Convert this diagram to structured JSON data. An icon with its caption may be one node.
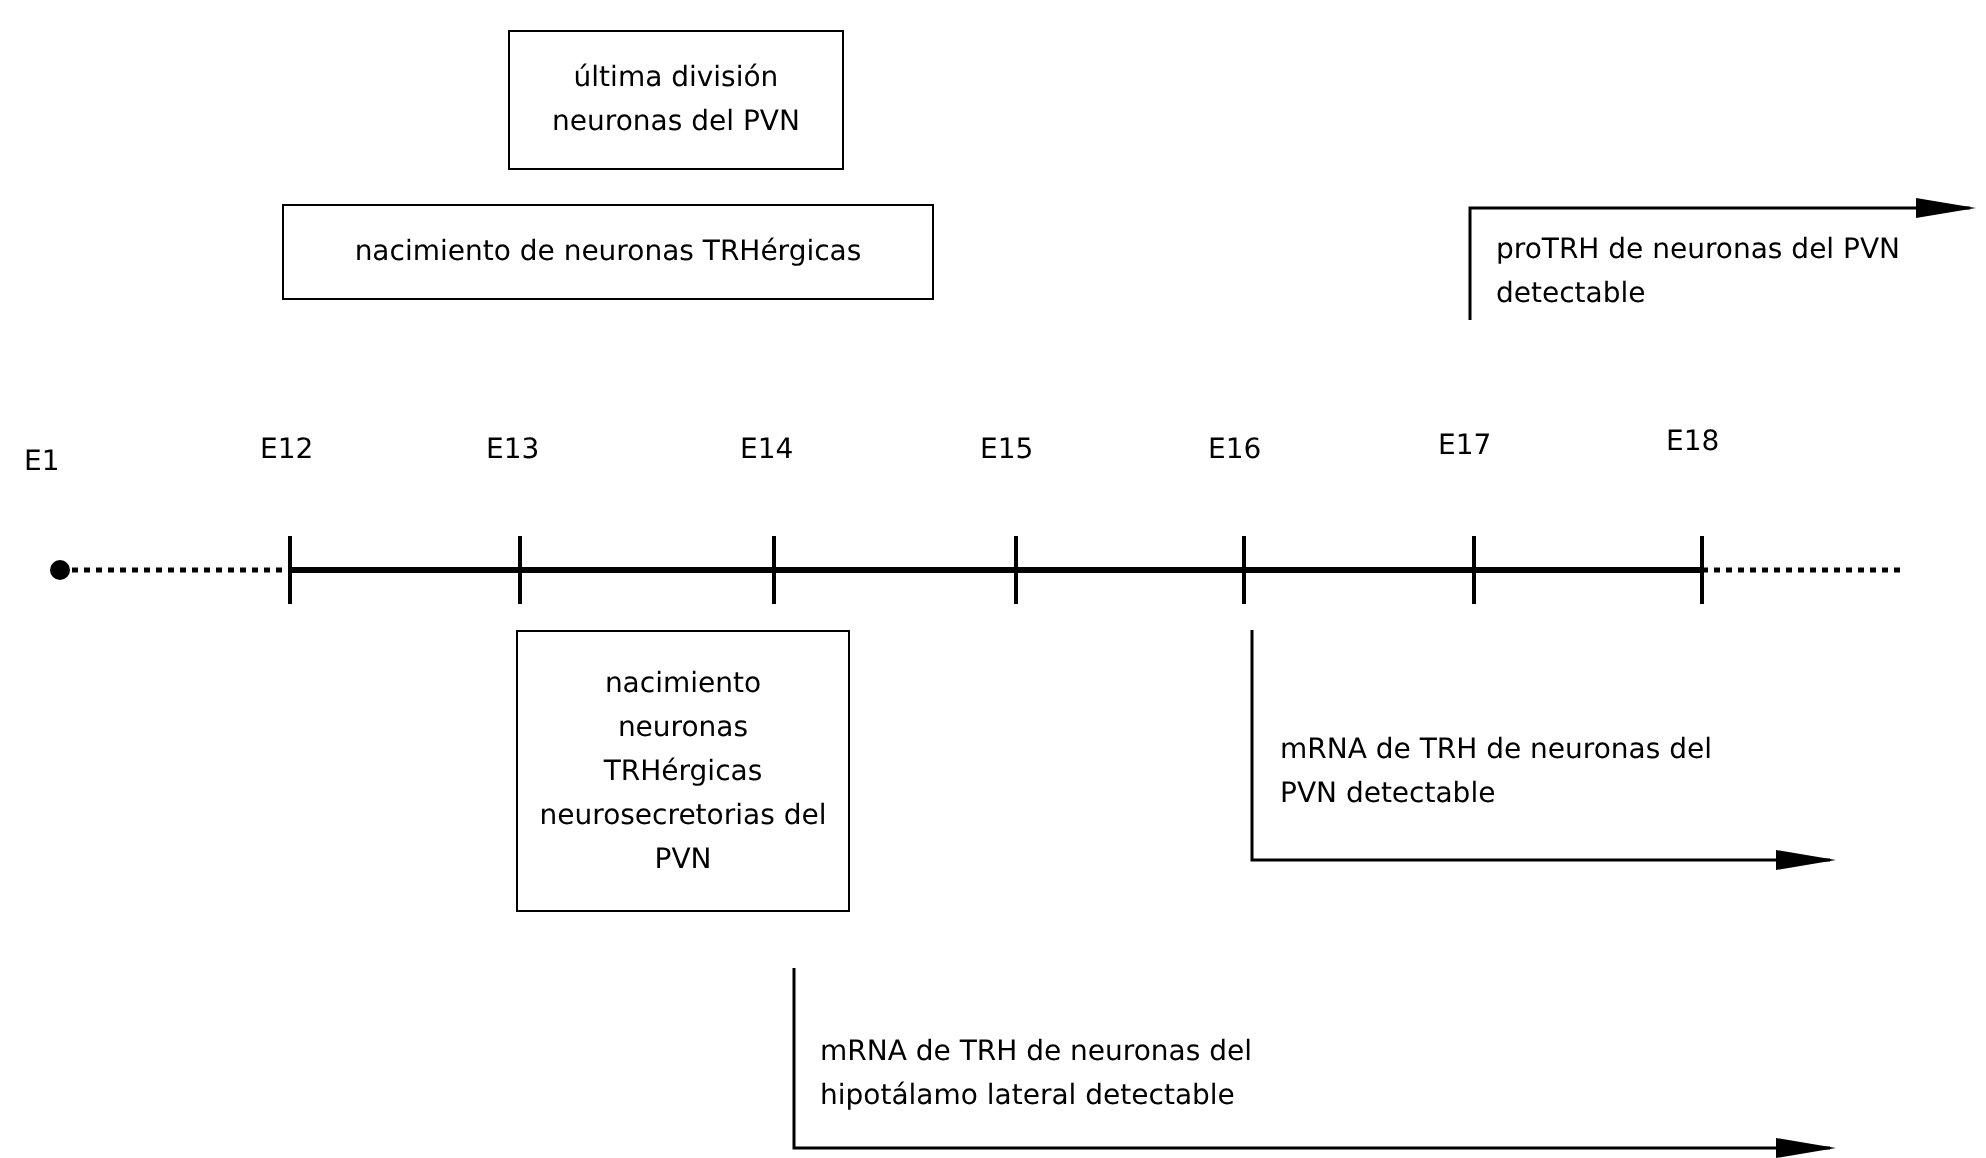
{
  "diagram": {
    "nodes": [
      {
        "text": [
          "última división neuronas del PVN"
        ]
      },
      {
        "text": [
          "nacimiento de neuronas TRHérgicas"
        ]
      },
      {
        "text": [
          "nacimiento neuronas TRHérgicas neurosecretorias del PVN"
        ]
      }
    ],
    "labels": [
      "proTRH de neuronas del PVN detectable",
      "E1",
      "E12",
      "E13",
      "E14",
      "E15",
      "E16",
      "E17",
      "E18",
      "mRNA de TRH de neuronas del PVN detectable",
      "mRNA de TRH de neuronas del hipotálamo lateral detectable"
    ]
  }
}
